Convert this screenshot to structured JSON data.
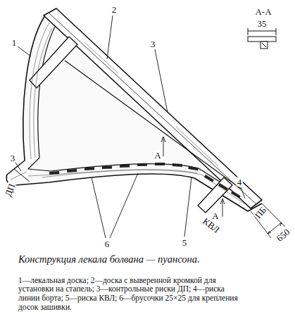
{
  "diagram": {
    "caption": "Конструкция лекала болвана — пуансона.",
    "labels": [
      "1",
      "2",
      "3",
      "4",
      "3",
      "ДП",
      "ПБ",
      "КВЛ",
      "А",
      "А",
      "650",
      "5",
      "6",
      "А-А",
      "35",
      "1—лекальная доска; 2—доска с выверенной кромкой для установки на стапель; 3—контрольные риски ДП; 4—риска линии борта; 5—риска КВЛ; 6—брусочки 25×25 для крепления досок зашивки."
    ]
  }
}
